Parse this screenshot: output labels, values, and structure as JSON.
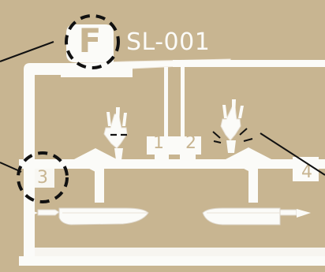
{
  "colors": {
    "background": "#c8b591",
    "plastic": "#fbfbf8",
    "plastic_outline": "#e7e1d6",
    "label_text": "#c8b591",
    "callout": "#111111"
  },
  "sprue": {
    "logo_letter": "F",
    "code": "SL-001"
  },
  "parts": {
    "part_1": "1",
    "part_2": "2",
    "part_3": "3",
    "part_4": "4"
  },
  "icons": {
    "logo": "letter-f-badge",
    "hand_left": "hand-figure",
    "hand_right": "hand-figure",
    "knife_left": "knife",
    "knife_right": "knife"
  }
}
